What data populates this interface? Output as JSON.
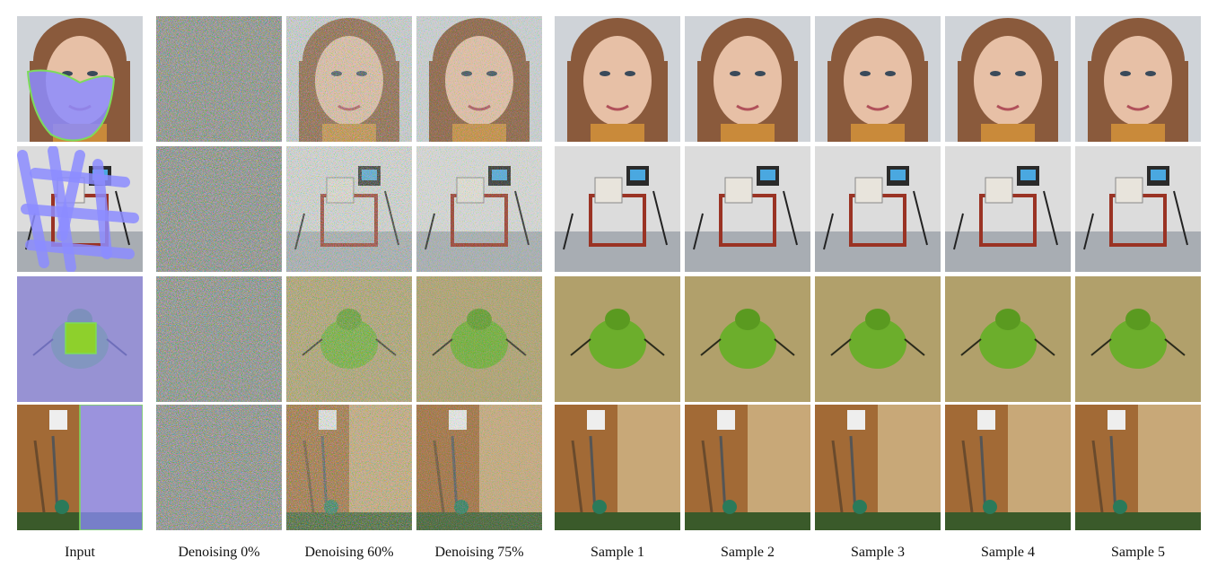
{
  "column_labels": [
    "Input",
    "Denoising 0%",
    "Denoising 60%",
    "Denoising 75%",
    "Sample 1",
    "Sample 2",
    "Sample 3",
    "Sample 4",
    "Sample 5"
  ],
  "rows": [
    {
      "subject": "portrait-woman",
      "mask": "face-mask-region",
      "palette": [
        "#8a5a3c",
        "#e7c0a6",
        "#b57a56",
        "#d8dbe0"
      ]
    },
    {
      "subject": "lab-equipment-cart",
      "mask": "scribble-region",
      "palette": [
        "#b6bcc4",
        "#d9d9d9",
        "#9a3324",
        "#2c2c2c"
      ]
    },
    {
      "subject": "green-creature",
      "mask": "rectangle-region",
      "palette": [
        "#b1a06b",
        "#6cae2c",
        "#e8e0b0",
        "#3a2a1a"
      ]
    },
    {
      "subject": "tool-shed",
      "mask": "right-half-region",
      "palette": [
        "#a26a36",
        "#6a4a2c",
        "#c8a878",
        "#3a5a2a"
      ]
    }
  ],
  "colors": {
    "mask_overlay": "#8c8cff",
    "mask_outline": "#7ddc5a",
    "text": "#111111"
  }
}
